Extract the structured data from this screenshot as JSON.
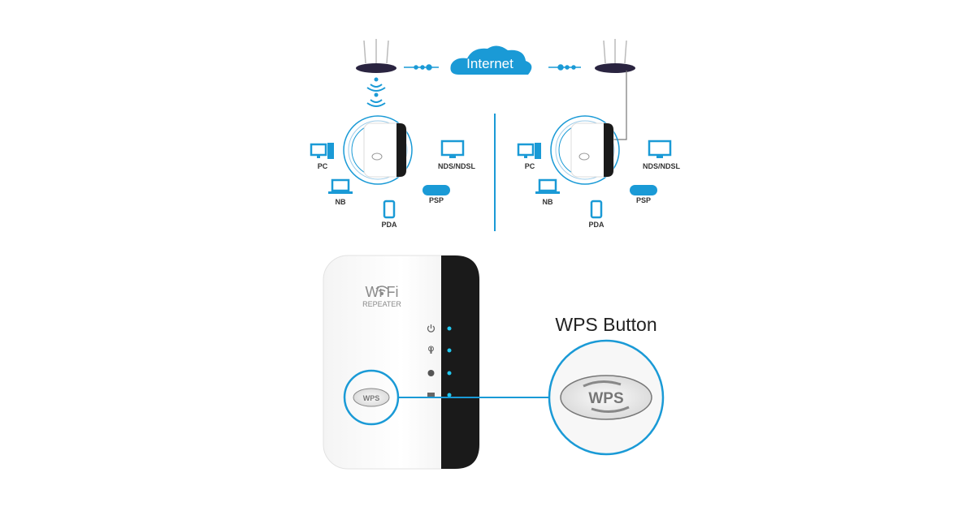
{
  "network": {
    "cloud_label": "Internet",
    "left_devices": {
      "pc": "PC",
      "nb": "NB",
      "pda": "PDA",
      "psp": "PSP",
      "nds": "NDS/NDSL"
    },
    "right_devices": {
      "pc": "PC",
      "nb": "NB",
      "pda": "PDA",
      "psp": "PSP",
      "nds": "NDS/NDSL"
    }
  },
  "device": {
    "brand_wifi": "Wi  Fi",
    "brand_sub": "REPEATER",
    "button_label": "WPS",
    "callout_title": "WPS Button",
    "callout_button_label": "WPS"
  },
  "colors": {
    "accent": "#1a9ad6",
    "router": "#2a2440",
    "device_dark": "#1a1a1a",
    "led": "#22c8f0"
  }
}
